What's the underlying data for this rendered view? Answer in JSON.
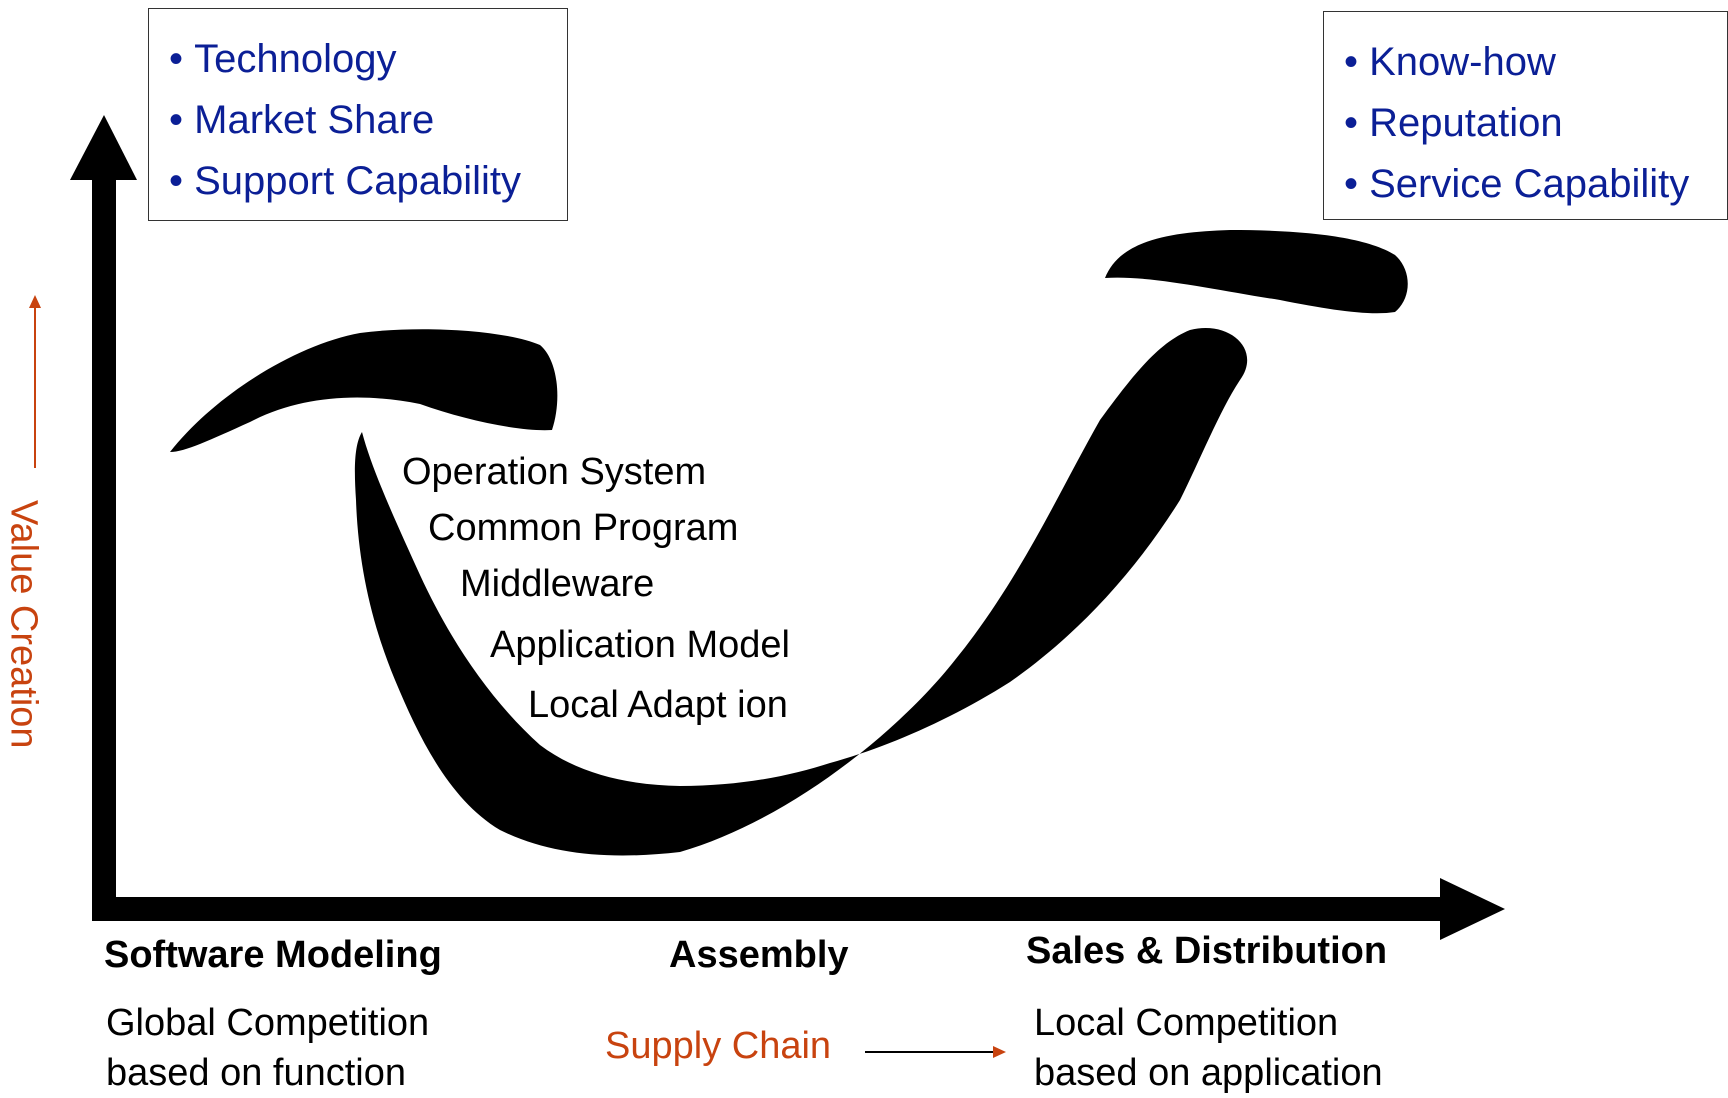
{
  "axes": {
    "y_label": "Value Creation",
    "x_label": "Supply Chain"
  },
  "left_box": {
    "items": [
      "Technology",
      "Market Share",
      "Support Capability"
    ]
  },
  "right_box": {
    "items": [
      "Know-how",
      "Reputation",
      "Service Capability"
    ]
  },
  "layers": [
    "Operation System",
    "Common Program",
    "Middleware",
    "Application Model",
    "Local Adapt ion"
  ],
  "stages": {
    "left": "Software Modeling",
    "middle": "Assembly",
    "right": "Sales & Distribution"
  },
  "competition": {
    "left_line1": "Global Competition",
    "left_line2": "based on function",
    "right_line1": "Local Competition",
    "right_line2": "based on application"
  },
  "colors": {
    "bullet_text": "#0b1f96",
    "axis_label": "#c8430f",
    "stroke": "#000000"
  }
}
